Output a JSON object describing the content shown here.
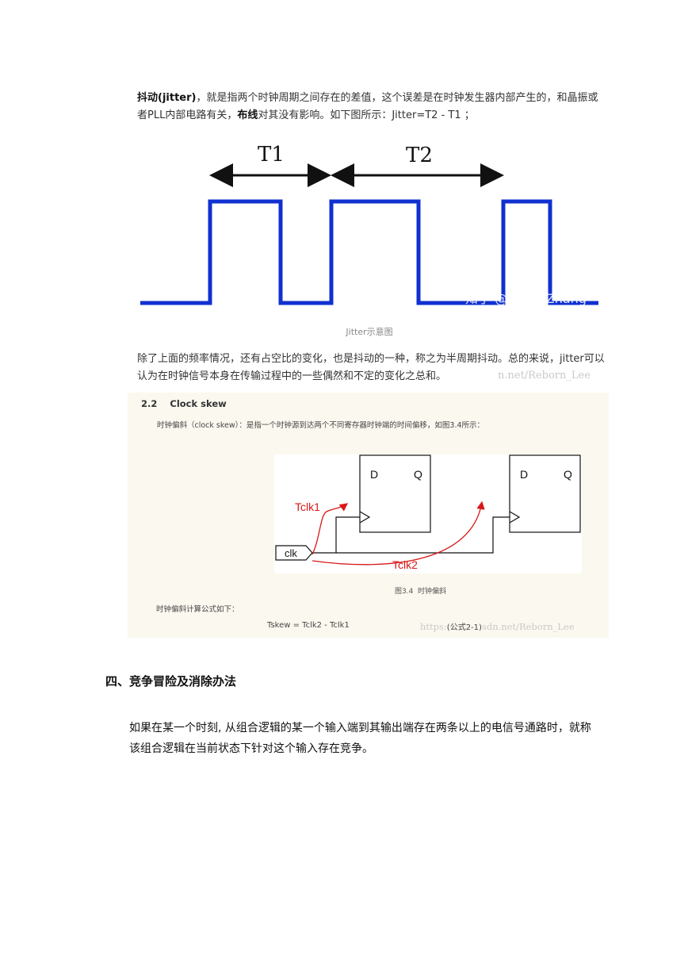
{
  "jitter": {
    "bold_term": "抖动(jitter)",
    "text_a": "，就是指两个时钟周期之间存在的差值，这个误差是在时钟发生器内部产生的，和晶振或者PLL内部电路有关，",
    "bold_b": "布线",
    "text_b": "对其没有影响。如下图所示：Jitter=T2 - T1 ；",
    "t1_label": "T1",
    "t2_label": "T2",
    "watermark": "知乎 @Kevin Zhang",
    "caption": "Jitter示意图",
    "para": "除了上面的频率情况，还有占空比的变化，也是抖动的一种，称之为半周期抖动。总的来说，jitter可以认为在时钟信号本身在传输过程中的一些偶然和不定的变化之总和。",
    "watermark2": "n.net/Reborn_Lee"
  },
  "skew": {
    "title": "2.2    Clock skew",
    "desc": "时钟偏斜（clock skew）：是指一个时钟源到达两个不同寄存器时钟端的时间偏移，如图3.4所示：",
    "ff_d": "D",
    "ff_q": "Q",
    "tclk1": "Tclk1",
    "tclk2": "Tclk2",
    "clk": "clk",
    "caption": "图3.4  时钟偏斜",
    "formula_label": "时钟偏斜计算公式如下：",
    "formula": "Tskew = Tclk2 - Tclk1",
    "wm_left": "https:",
    "eq_no": "(公式2-1)",
    "wm_right": "sdn.net/Reborn_Lee"
  },
  "section": {
    "heading": "四、竞争冒险及消除办法",
    "para": "如果在某一个时刻, 从组合逻辑的某一个输入端到其输出端存在两条以上的电信号通路时，就称该组合逻辑在当前状态下针对这个输入存在竞争。"
  },
  "colors": {
    "wave": "#1030d0",
    "arrow_red": "#d81818",
    "box_bg": "#fbf8ef"
  }
}
